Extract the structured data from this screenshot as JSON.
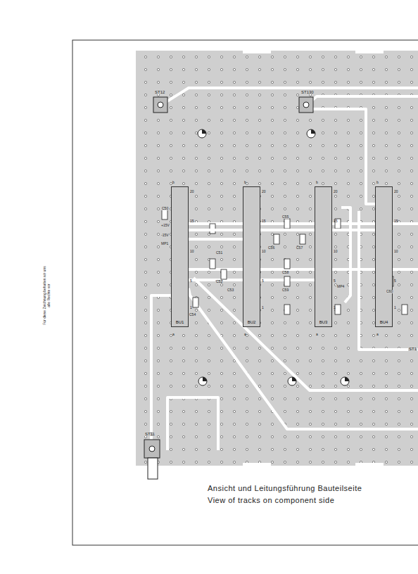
{
  "diagram": {
    "caption": "Ansicht und Leitungsführung Bauteilseite",
    "nodes": [
      {
        "text": [
          "BU1"
        ]
      },
      {
        "text": [
          "BU2"
        ]
      },
      {
        "text": [
          "BU3"
        ]
      },
      {
        "text": [
          "BU4"
        ]
      }
    ],
    "edges": [
      {
        "from": 0,
        "to": 1,
        "arrow": "none"
      },
      {
        "from": 1,
        "to": 2,
        "arrow": "none"
      },
      {
        "from": 2,
        "to": 3,
        "arrow": "none"
      }
    ],
    "labels": [
      "View of tracks on component side",
      "Für diese Zeichnung behalten wir uns alle Rechte vor",
      "ST12",
      "ST130",
      "ST11",
      "ST1",
      "+15V",
      "-15V",
      "MP1",
      "MP4",
      "C50",
      "C51",
      "C52",
      "C53",
      "C54",
      "C55",
      "C56",
      "C57",
      "C58",
      "C59",
      "C60",
      "b",
      "20",
      "15",
      "10",
      "5",
      "1",
      "a",
      "b",
      "20",
      "15",
      "10",
      "5",
      "1",
      "a",
      "b",
      "20",
      "15",
      "10",
      "5",
      "1",
      "a",
      "b",
      "20",
      "15",
      "10",
      "5",
      "1",
      "a"
    ]
  }
}
